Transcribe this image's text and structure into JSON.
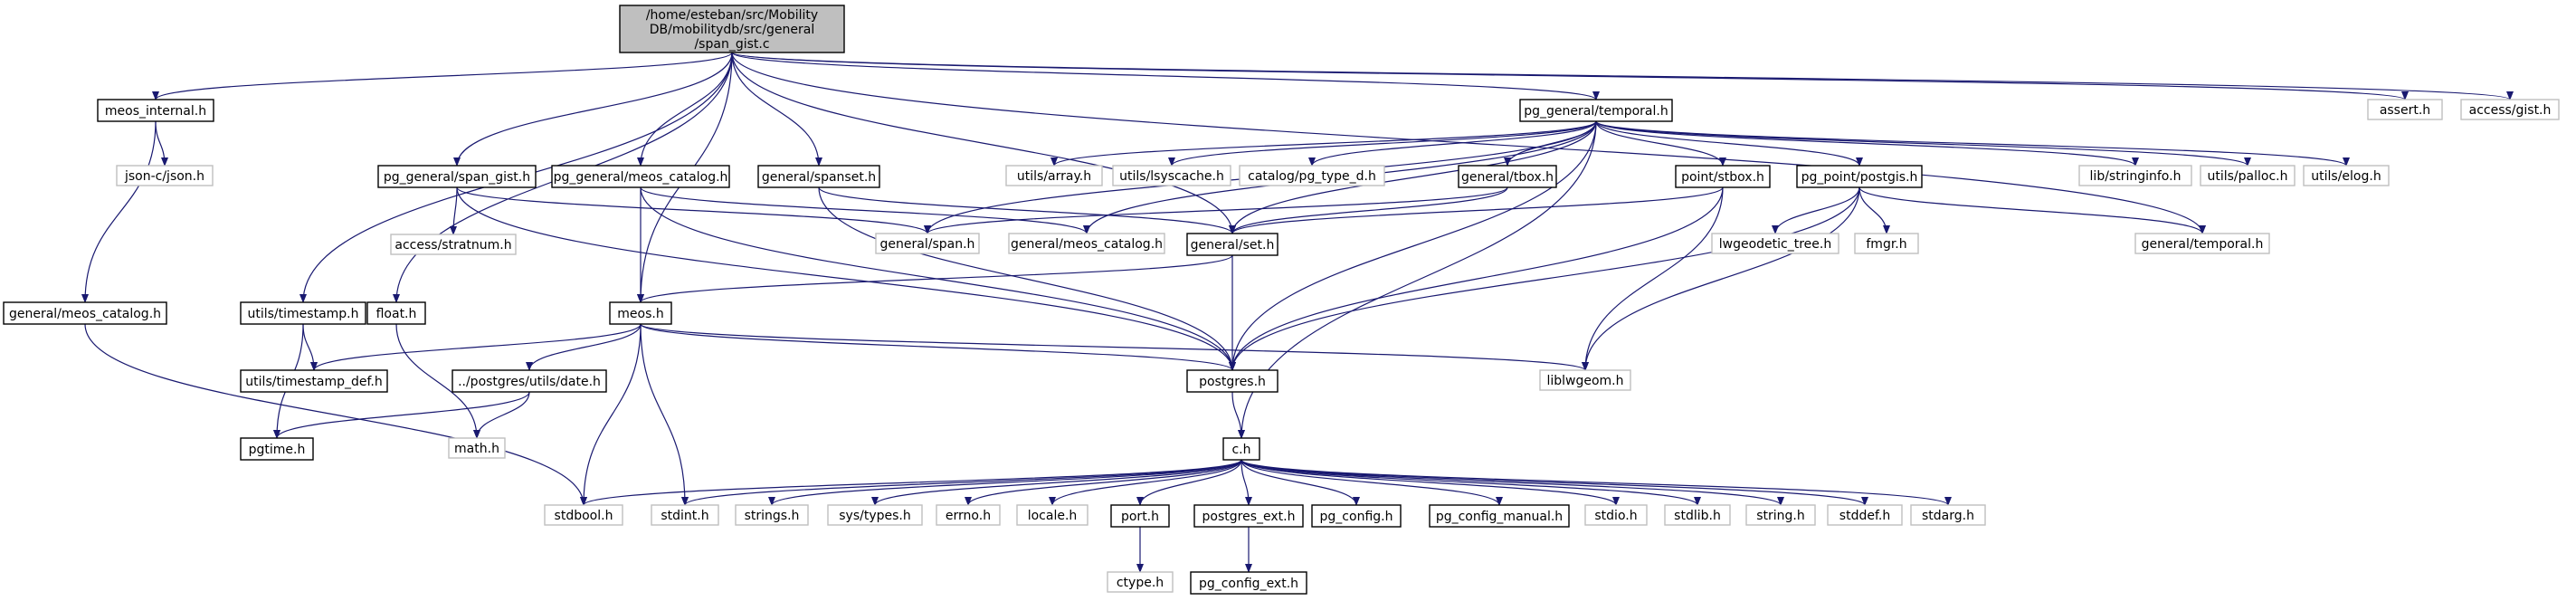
{
  "diagram": {
    "type": "include-dependency-graph",
    "colors": {
      "edge": "#191970",
      "root_fill": "#bfbfbf",
      "node_border": "#000000",
      "external_border": "#bfbfbf",
      "background": "#ffffff"
    },
    "nodes": [
      {
        "id": "root",
        "label": [
          "/home/esteban/src/Mobility",
          "DB/mobilitydb/src/general",
          "/span_gist.c"
        ],
        "kind": "root"
      },
      {
        "id": "meos_internal_h",
        "label": [
          "meos_internal.h"
        ],
        "kind": "doc"
      },
      {
        "id": "json_h",
        "label": [
          "json-c/json.h"
        ],
        "kind": "ext"
      },
      {
        "id": "general_meos_catalog_left",
        "label": [
          "general/meos_catalog.h"
        ],
        "kind": "doc"
      },
      {
        "id": "utils_timestamp_h",
        "label": [
          "utils/timestamp.h"
        ],
        "kind": "doc"
      },
      {
        "id": "float_h",
        "label": [
          "float.h"
        ],
        "kind": "doc"
      },
      {
        "id": "pg_general_span_gist_h",
        "label": [
          "pg_general/span_gist.h"
        ],
        "kind": "doc"
      },
      {
        "id": "access_stratnum_h",
        "label": [
          "access/stratnum.h"
        ],
        "kind": "ext"
      },
      {
        "id": "pg_general_meos_catalog_h",
        "label": [
          "pg_general/meos_catalog.h"
        ],
        "kind": "doc"
      },
      {
        "id": "general_spanset_h",
        "label": [
          "general/spanset.h"
        ],
        "kind": "doc"
      },
      {
        "id": "pg_general_temporal_h",
        "label": [
          "pg_general/temporal.h"
        ],
        "kind": "doc"
      },
      {
        "id": "utils_array_h",
        "label": [
          "utils/array.h"
        ],
        "kind": "ext"
      },
      {
        "id": "utils_lsyscache_h",
        "label": [
          "utils/lsyscache.h"
        ],
        "kind": "ext"
      },
      {
        "id": "catalog_pg_type_d_h",
        "label": [
          "catalog/pg_type_d.h"
        ],
        "kind": "ext"
      },
      {
        "id": "general_tbox_h",
        "label": [
          "general/tbox.h"
        ],
        "kind": "doc"
      },
      {
        "id": "point_stbox_h",
        "label": [
          "point/stbox.h"
        ],
        "kind": "doc"
      },
      {
        "id": "pg_point_postgis_h",
        "label": [
          "pg_point/postgis.h"
        ],
        "kind": "doc"
      },
      {
        "id": "lib_stringinfo_h",
        "label": [
          "lib/stringinfo.h"
        ],
        "kind": "ext"
      },
      {
        "id": "utils_palloc_h",
        "label": [
          "utils/palloc.h"
        ],
        "kind": "ext"
      },
      {
        "id": "utils_elog_h",
        "label": [
          "utils/elog.h"
        ],
        "kind": "ext"
      },
      {
        "id": "assert_h",
        "label": [
          "assert.h"
        ],
        "kind": "ext"
      },
      {
        "id": "access_gist_h",
        "label": [
          "access/gist.h"
        ],
        "kind": "ext"
      },
      {
        "id": "general_span_h",
        "label": [
          "general/span.h"
        ],
        "kind": "ext"
      },
      {
        "id": "general_meos_catalog_mid",
        "label": [
          "general/meos_catalog.h"
        ],
        "kind": "ext"
      },
      {
        "id": "general_set_h",
        "label": [
          "general/set.h"
        ],
        "kind": "doc"
      },
      {
        "id": "lwgeodetic_tree_h",
        "label": [
          "lwgeodetic_tree.h"
        ],
        "kind": "ext"
      },
      {
        "id": "fmgr_h",
        "label": [
          "fmgr.h"
        ],
        "kind": "ext"
      },
      {
        "id": "general_temporal_h",
        "label": [
          "general/temporal.h"
        ],
        "kind": "ext"
      },
      {
        "id": "meos_h",
        "label": [
          "meos.h"
        ],
        "kind": "doc"
      },
      {
        "id": "utils_timestamp_def_h",
        "label": [
          "utils/timestamp_def.h"
        ],
        "kind": "doc"
      },
      {
        "id": "postgres_utils_date_h",
        "label": [
          "../postgres/utils/date.h"
        ],
        "kind": "doc"
      },
      {
        "id": "postgres_h",
        "label": [
          "postgres.h"
        ],
        "kind": "doc"
      },
      {
        "id": "liblwgeom_h",
        "label": [
          "liblwgeom.h"
        ],
        "kind": "ext"
      },
      {
        "id": "pgtime_h",
        "label": [
          "pgtime.h"
        ],
        "kind": "doc"
      },
      {
        "id": "math_h",
        "label": [
          "math.h"
        ],
        "kind": "ext"
      },
      {
        "id": "c_h",
        "label": [
          "c.h"
        ],
        "kind": "doc"
      },
      {
        "id": "stdbool_h",
        "label": [
          "stdbool.h"
        ],
        "kind": "ext"
      },
      {
        "id": "stdint_h",
        "label": [
          "stdint.h"
        ],
        "kind": "ext"
      },
      {
        "id": "strings_h",
        "label": [
          "strings.h"
        ],
        "kind": "ext"
      },
      {
        "id": "sys_types_h",
        "label": [
          "sys/types.h"
        ],
        "kind": "ext"
      },
      {
        "id": "errno_h",
        "label": [
          "errno.h"
        ],
        "kind": "ext"
      },
      {
        "id": "locale_h",
        "label": [
          "locale.h"
        ],
        "kind": "ext"
      },
      {
        "id": "port_h",
        "label": [
          "port.h"
        ],
        "kind": "doc"
      },
      {
        "id": "postgres_ext_h",
        "label": [
          "postgres_ext.h"
        ],
        "kind": "doc"
      },
      {
        "id": "pg_config_h",
        "label": [
          "pg_config.h"
        ],
        "kind": "doc"
      },
      {
        "id": "pg_config_manual_h",
        "label": [
          "pg_config_manual.h"
        ],
        "kind": "doc"
      },
      {
        "id": "stdio_h",
        "label": [
          "stdio.h"
        ],
        "kind": "ext"
      },
      {
        "id": "stdlib_h",
        "label": [
          "stdlib.h"
        ],
        "kind": "ext"
      },
      {
        "id": "string_h",
        "label": [
          "string.h"
        ],
        "kind": "ext"
      },
      {
        "id": "stddef_h",
        "label": [
          "stddef.h"
        ],
        "kind": "ext"
      },
      {
        "id": "stdarg_h",
        "label": [
          "stdarg.h"
        ],
        "kind": "ext"
      },
      {
        "id": "ctype_h",
        "label": [
          "ctype.h"
        ],
        "kind": "ext"
      },
      {
        "id": "pg_config_ext_h",
        "label": [
          "pg_config_ext.h"
        ],
        "kind": "doc"
      }
    ],
    "edges": [
      [
        "root",
        "meos_internal_h"
      ],
      [
        "root",
        "utils_timestamp_h"
      ],
      [
        "root",
        "float_h"
      ],
      [
        "root",
        "meos_h"
      ],
      [
        "root",
        "pg_general_span_gist_h"
      ],
      [
        "root",
        "pg_general_meos_catalog_h"
      ],
      [
        "root",
        "general_spanset_h"
      ],
      [
        "root",
        "general_set_h"
      ],
      [
        "root",
        "pg_general_temporal_h"
      ],
      [
        "root",
        "assert_h"
      ],
      [
        "root",
        "access_gist_h"
      ],
      [
        "root",
        "general_temporal_h"
      ],
      [
        "meos_internal_h",
        "json_h"
      ],
      [
        "meos_internal_h",
        "general_meos_catalog_left"
      ],
      [
        "general_meos_catalog_left",
        "stdbool_h"
      ],
      [
        "utils_timestamp_h",
        "utils_timestamp_def_h"
      ],
      [
        "utils_timestamp_h",
        "pgtime_h"
      ],
      [
        "float_h",
        "math_h"
      ],
      [
        "pg_general_span_gist_h",
        "access_stratnum_h"
      ],
      [
        "pg_general_span_gist_h",
        "general_span_h"
      ],
      [
        "pg_general_span_gist_h",
        "postgres_h"
      ],
      [
        "pg_general_meos_catalog_h",
        "general_meos_catalog_mid"
      ],
      [
        "pg_general_meos_catalog_h",
        "meos_h"
      ],
      [
        "pg_general_meos_catalog_h",
        "postgres_h"
      ],
      [
        "general_spanset_h",
        "general_set_h"
      ],
      [
        "general_spanset_h",
        "postgres_h"
      ],
      [
        "pg_general_temporal_h",
        "utils_array_h"
      ],
      [
        "pg_general_temporal_h",
        "utils_lsyscache_h"
      ],
      [
        "pg_general_temporal_h",
        "catalog_pg_type_d_h"
      ],
      [
        "pg_general_temporal_h",
        "general_tbox_h"
      ],
      [
        "pg_general_temporal_h",
        "point_stbox_h"
      ],
      [
        "pg_general_temporal_h",
        "pg_point_postgis_h"
      ],
      [
        "pg_general_temporal_h",
        "lib_stringinfo_h"
      ],
      [
        "pg_general_temporal_h",
        "utils_palloc_h"
      ],
      [
        "pg_general_temporal_h",
        "utils_elog_h"
      ],
      [
        "pg_general_temporal_h",
        "general_span_h"
      ],
      [
        "pg_general_temporal_h",
        "general_set_h"
      ],
      [
        "pg_general_temporal_h",
        "postgres_h"
      ],
      [
        "pg_general_temporal_h",
        "c_h"
      ],
      [
        "pg_general_temporal_h",
        "general_meos_catalog_mid"
      ],
      [
        "general_tbox_h",
        "general_span_h"
      ],
      [
        "general_tbox_h",
        "general_set_h"
      ],
      [
        "point_stbox_h",
        "general_set_h"
      ],
      [
        "point_stbox_h",
        "postgres_h"
      ],
      [
        "point_stbox_h",
        "liblwgeom_h"
      ],
      [
        "pg_point_postgis_h",
        "lwgeodetic_tree_h"
      ],
      [
        "pg_point_postgis_h",
        "fmgr_h"
      ],
      [
        "pg_point_postgis_h",
        "general_temporal_h"
      ],
      [
        "pg_point_postgis_h",
        "postgres_h"
      ],
      [
        "pg_point_postgis_h",
        "liblwgeom_h"
      ],
      [
        "general_set_h",
        "meos_h"
      ],
      [
        "general_set_h",
        "postgres_h"
      ],
      [
        "meos_h",
        "utils_timestamp_def_h"
      ],
      [
        "meos_h",
        "postgres_utils_date_h"
      ],
      [
        "meos_h",
        "postgres_h"
      ],
      [
        "meos_h",
        "liblwgeom_h"
      ],
      [
        "meos_h",
        "stdbool_h"
      ],
      [
        "meos_h",
        "stdint_h"
      ],
      [
        "postgres_utils_date_h",
        "pgtime_h"
      ],
      [
        "postgres_utils_date_h",
        "math_h"
      ],
      [
        "postgres_h",
        "c_h"
      ],
      [
        "c_h",
        "stdbool_h"
      ],
      [
        "c_h",
        "stdint_h"
      ],
      [
        "c_h",
        "strings_h"
      ],
      [
        "c_h",
        "sys_types_h"
      ],
      [
        "c_h",
        "errno_h"
      ],
      [
        "c_h",
        "locale_h"
      ],
      [
        "c_h",
        "port_h"
      ],
      [
        "c_h",
        "postgres_ext_h"
      ],
      [
        "c_h",
        "pg_config_h"
      ],
      [
        "c_h",
        "pg_config_manual_h"
      ],
      [
        "c_h",
        "stdio_h"
      ],
      [
        "c_h",
        "stdlib_h"
      ],
      [
        "c_h",
        "string_h"
      ],
      [
        "c_h",
        "stddef_h"
      ],
      [
        "c_h",
        "stdarg_h"
      ],
      [
        "port_h",
        "ctype_h"
      ],
      [
        "postgres_ext_h",
        "pg_config_ext_h"
      ]
    ]
  }
}
